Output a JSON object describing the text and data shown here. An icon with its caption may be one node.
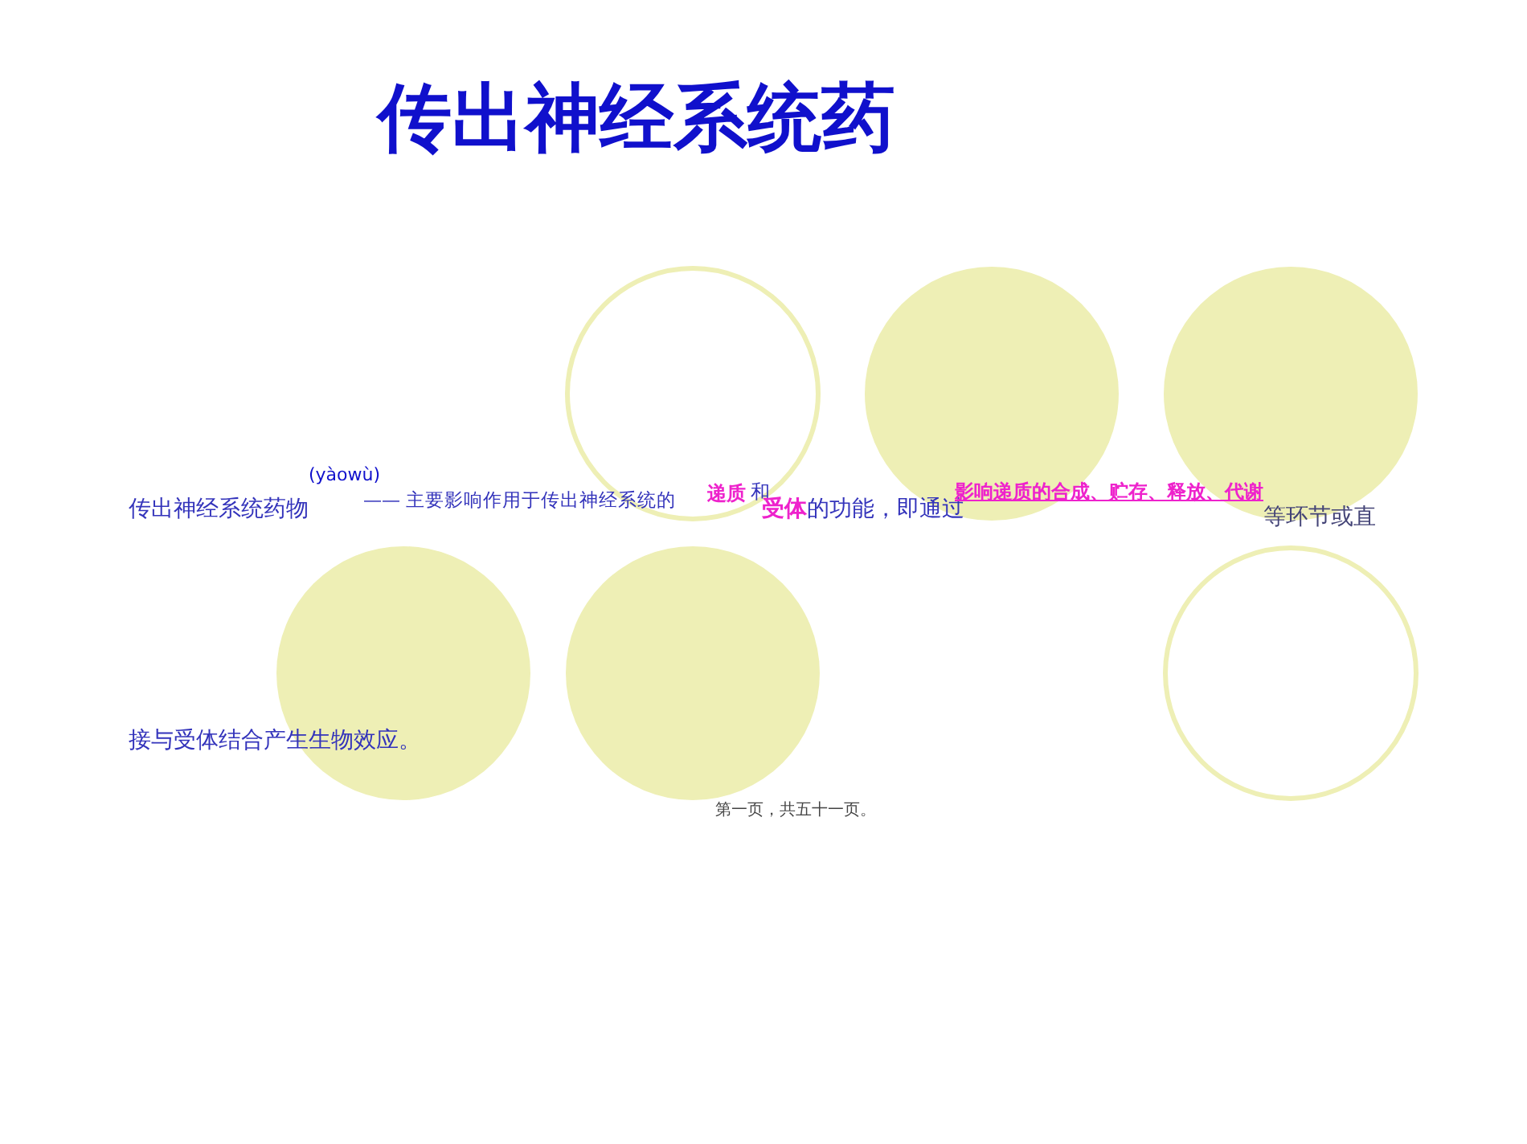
{
  "diagram": {
    "title": "传出神经系统药",
    "labels": [
      "(yàowù)",
      "传出神经系统药物",
      "—— 主要影响作用于传出神经系统的",
      "递质",
      "和",
      "受体",
      "的功能，即通过",
      "影响递质的合成、贮存、释放、代谢",
      "等环节或直",
      "接与受体结合产生生物效应。",
      "第一页，共五十一页。"
    ]
  }
}
